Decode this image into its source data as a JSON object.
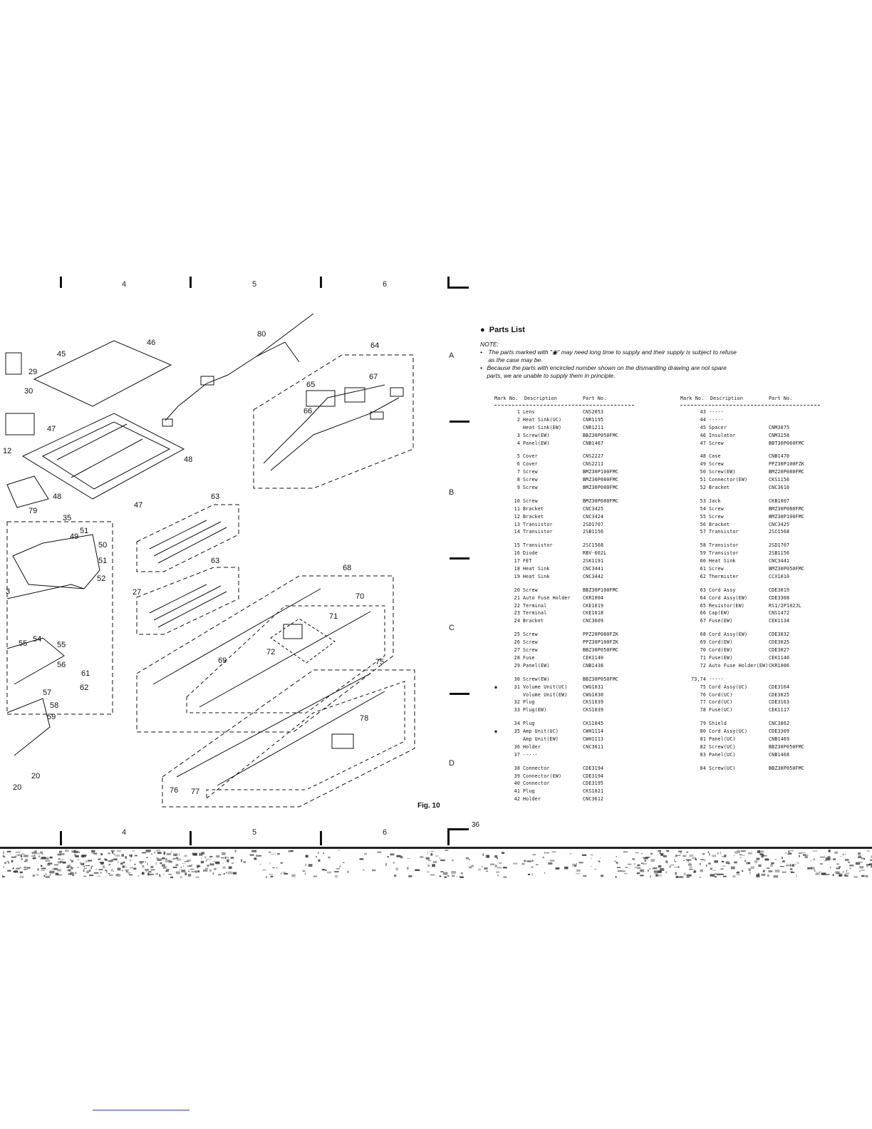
{
  "ruler": {
    "top": [
      "4",
      "5",
      "6"
    ],
    "bottom": [
      "4",
      "5",
      "6"
    ]
  },
  "row_marks": [
    "A",
    "B",
    "C",
    "D"
  ],
  "diagram": {
    "callouts": [
      "29",
      "30",
      "45",
      "46",
      "47",
      "12",
      "47",
      "48",
      "48",
      "79",
      "80",
      "64",
      "65",
      "66",
      "67",
      "63",
      "63",
      "35",
      "49",
      "51",
      "50",
      "51",
      "52",
      "27",
      "68",
      "70",
      "71",
      "72",
      "69",
      "75",
      "55",
      "54",
      "55",
      "56",
      "61",
      "57",
      "62",
      "58",
      "59",
      "78",
      "76",
      "77",
      "20",
      "20",
      "3"
    ],
    "figure_label": "Fig. 10",
    "page_number": "36"
  },
  "parts_list": {
    "title": "Parts List",
    "note_heading": "NOTE:",
    "notes": [
      "The parts marked with \"◉\" may need long time to supply and their supply is subject to refuse as the case may be.",
      "Because the parts with encircled number shown on the dismantling drawing are not spare parts, we are unable to supply them in principle."
    ],
    "headers": {
      "mark_no": "Mark No.",
      "description": "Description",
      "part_no": "Part No."
    },
    "left_groups": [
      [
        [
          "",
          "1",
          "Lens",
          "CNS2053"
        ],
        [
          "",
          "2",
          "Heat Sink(UC)",
          "CNR1195"
        ],
        [
          "",
          "",
          "Heat Sink(EW)",
          "CNR1211"
        ],
        [
          "",
          "3",
          "Screw(EW)",
          "BBZ30P050FMC"
        ],
        [
          "",
          "4",
          "Panel(EW)",
          "CNB1467"
        ]
      ],
      [
        [
          "",
          "5",
          "Cover",
          "CNS2227"
        ],
        [
          "",
          "6",
          "Cover",
          "CNS2211"
        ],
        [
          "",
          "7",
          "Screw",
          "BMZ30P100FMC"
        ],
        [
          "",
          "8",
          "Screw",
          "BMZ30P080FMC"
        ],
        [
          "",
          "9",
          "Screw",
          "BMZ30P080FMC"
        ]
      ],
      [
        [
          "",
          "10",
          "Screw",
          "BMZ30P080FMC"
        ],
        [
          "",
          "11",
          "Bracket",
          "CNC3425"
        ],
        [
          "",
          "12",
          "Bracket",
          "CNC3424"
        ],
        [
          "",
          "13",
          "Transistor",
          "2SD1707"
        ],
        [
          "",
          "14",
          "Transistor",
          "2SB1156"
        ]
      ],
      [
        [
          "",
          "15",
          "Transistor",
          "2SC1568"
        ],
        [
          "",
          "16",
          "Diode",
          "RBV-602L"
        ],
        [
          "",
          "17",
          "FET",
          "2SK1191"
        ],
        [
          "",
          "18",
          "Heat Sink",
          "CNC3441"
        ],
        [
          "",
          "19",
          "Heat Sink",
          "CNC3442"
        ]
      ],
      [
        [
          "",
          "20",
          "Screw",
          "BBZ30P100FMC"
        ],
        [
          "",
          "21",
          "Auto Fuse Holder",
          "CKR1004"
        ],
        [
          "",
          "22",
          "Terminal",
          "CKE1019"
        ],
        [
          "",
          "23",
          "Terminal",
          "CKE1018"
        ],
        [
          "",
          "24",
          "Bracket",
          "CNC3609"
        ]
      ],
      [
        [
          "",
          "25",
          "Screw",
          "PPZ20P080FZK"
        ],
        [
          "",
          "26",
          "Screw",
          "PPZ30P100FZK"
        ],
        [
          "",
          "27",
          "Screw",
          "BBZ30P050FMC"
        ],
        [
          "",
          "28",
          "Fuse",
          "CEK1140"
        ],
        [
          "",
          "29",
          "Panel(EW)",
          "CNB1438"
        ]
      ],
      [
        [
          "",
          "30",
          "Screw(EW)",
          "BBZ30P050FMC"
        ],
        [
          "◉",
          "31",
          "Volume Unit(UC)",
          "CWG1031"
        ],
        [
          "",
          "",
          "Volume Unit(EW)",
          "CWG1030"
        ],
        [
          "",
          "32",
          "Plug",
          "CKS1039"
        ],
        [
          "",
          "33",
          "Plug(EW)",
          "CKS1039"
        ]
      ],
      [
        [
          "",
          "34",
          "Plug",
          "CKS1045"
        ],
        [
          "◉",
          "35",
          "Amp Unit(UC)",
          "CWH1114"
        ],
        [
          "",
          "",
          "Amp Unit(EW)",
          "CWH1113"
        ],
        [
          "",
          "36",
          "Holder",
          "CNC3611"
        ],
        [
          "",
          "37",
          "·····",
          ""
        ]
      ],
      [
        [
          "",
          "38",
          "Connector",
          "CDE3194"
        ],
        [
          "",
          "39",
          "Connector(EW)",
          "CDE3194"
        ],
        [
          "",
          "40",
          "Connector",
          "CDE3195"
        ],
        [
          "",
          "41",
          "Plug",
          "CKS1021"
        ],
        [
          "",
          "42",
          "Holder",
          "CNC3612"
        ]
      ]
    ],
    "right_groups": [
      [
        [
          "",
          "43",
          "·····",
          ""
        ],
        [
          "",
          "44",
          "·····",
          ""
        ],
        [
          "",
          "45",
          "Spacer",
          "CNM3075"
        ],
        [
          "",
          "46",
          "Insulator",
          "CNM3158"
        ],
        [
          "",
          "47",
          "Screw",
          "BBT30P060FMC"
        ]
      ],
      [
        [
          "",
          "48",
          "Case",
          "CNB1470"
        ],
        [
          "",
          "49",
          "Screw",
          "PPZ30P100FZK"
        ],
        [
          "",
          "50",
          "Screw(EW)",
          "BMZ20P080FMC"
        ],
        [
          "",
          "51",
          "Connector(EW)",
          "CKS1156"
        ],
        [
          "",
          "52",
          "Bracket",
          "CNC3610"
        ]
      ],
      [
        [
          "",
          "53",
          "Jack",
          "CKB1007"
        ],
        [
          "",
          "54",
          "Screw",
          "BMZ30P080FMC"
        ],
        [
          "",
          "55",
          "Screw",
          "BMZ30P100FMC"
        ],
        [
          "",
          "56",
          "Bracket",
          "CNC3425"
        ],
        [
          "",
          "57",
          "Transistor",
          "2SC1568"
        ]
      ],
      [
        [
          "",
          "58",
          "Transistor",
          "2SD1707"
        ],
        [
          "",
          "59",
          "Transistor",
          "2SB1156"
        ],
        [
          "",
          "60",
          "Heat Sink",
          "CNC3441"
        ],
        [
          "",
          "61",
          "Screw",
          "BMZ30P050FMC"
        ],
        [
          "",
          "62",
          "Thermister",
          "CCX1010"
        ]
      ],
      [
        [
          "",
          "63",
          "Cord Assy",
          "CDE3019"
        ],
        [
          "",
          "64",
          "Cord Assy(EW)",
          "CDE3308"
        ],
        [
          "",
          "65",
          "Resistor(EW)",
          "RS1/2P102JL"
        ],
        [
          "",
          "66",
          "Cap(EW)",
          "CNS1472"
        ],
        [
          "",
          "67",
          "Fuse(EW)",
          "CEK1134"
        ]
      ],
      [
        [
          "",
          "68",
          "Cord Assy(EW)",
          "CDE3032"
        ],
        [
          "",
          "69",
          "Cord(EW)",
          "CDE3025"
        ],
        [
          "",
          "70",
          "Cord(EW)",
          "CDE3027"
        ],
        [
          "",
          "71",
          "Fuse(EW)",
          "CEK1140"
        ],
        [
          "",
          "72",
          "Auto Fuse Holder(EW)",
          "CKR1006"
        ]
      ],
      [
        [
          "",
          "73,74",
          "·····",
          ""
        ],
        [
          "",
          "75",
          "Cord Assy(UC)",
          "CDE3164"
        ],
        [
          "",
          "76",
          "Cord(UC)",
          "CDE3025"
        ],
        [
          "",
          "77",
          "Cord(UC)",
          "CDE3163"
        ],
        [
          "",
          "78",
          "Fuse(UC)",
          "CEK1117"
        ]
      ],
      [
        [
          "",
          "79",
          "Shield",
          "CNC3862"
        ],
        [
          "",
          "80",
          "Cord Assy(UC)",
          "CDE3309"
        ],
        [
          "",
          "81",
          "Panel(UC)",
          "CNB1469"
        ],
        [
          "",
          "82",
          "Screw(UC)",
          "BBZ30P050FMC"
        ],
        [
          "",
          "83",
          "Panel(UC)",
          "CNB1468"
        ]
      ],
      [
        [
          "",
          "84",
          "Screw(UC)",
          "BBZ30P050FMC"
        ]
      ]
    ]
  }
}
